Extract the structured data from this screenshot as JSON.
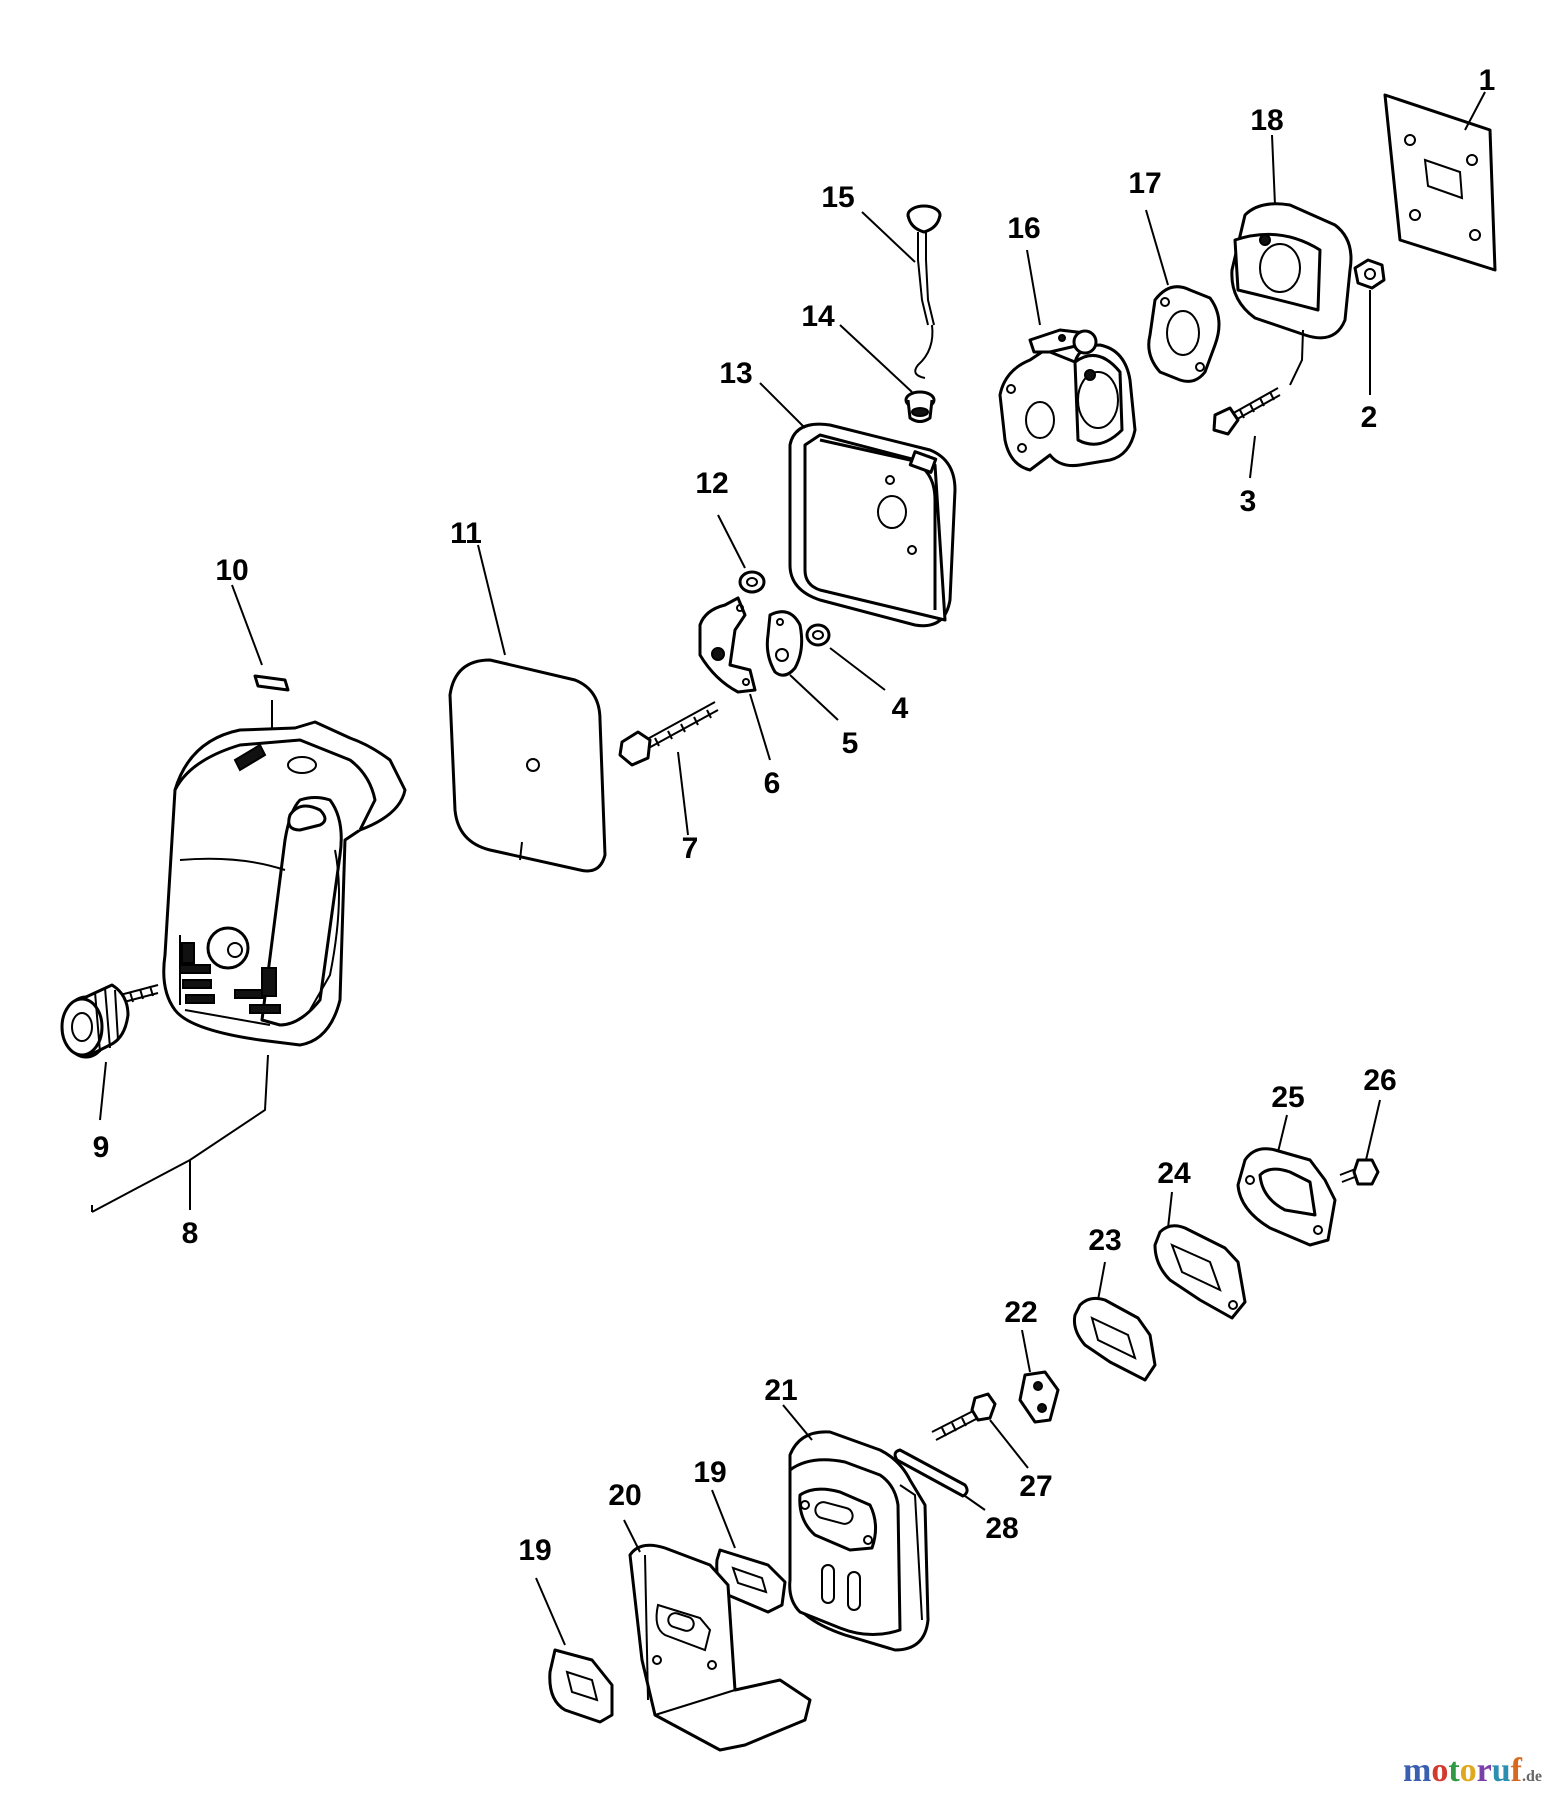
{
  "part_labels": {
    "p1": "1",
    "p2": "2",
    "p3": "3",
    "p4": "4",
    "p5": "5",
    "p6": "6",
    "p7": "7",
    "p8": "8",
    "p9": "9",
    "p10": "10",
    "p11": "11",
    "p12": "12",
    "p13": "13",
    "p14": "14",
    "p15": "15",
    "p16": "16",
    "p17": "17",
    "p18": "18",
    "p19a": "19",
    "p19b": "19",
    "p20": "20",
    "p21": "21",
    "p22": "22",
    "p23": "23",
    "p24": "24",
    "p25": "25",
    "p26": "26",
    "p27": "27",
    "p28": "28"
  },
  "watermark": {
    "letters": [
      "m",
      "o",
      "t",
      "o",
      "r",
      "u",
      "f"
    ],
    "colors": [
      "#3a5fb0",
      "#d23a2e",
      "#2f9a43",
      "#e0a81c",
      "#7a3fa8",
      "#2d8fb0",
      "#d86a1f"
    ],
    "suffix": ".de"
  }
}
